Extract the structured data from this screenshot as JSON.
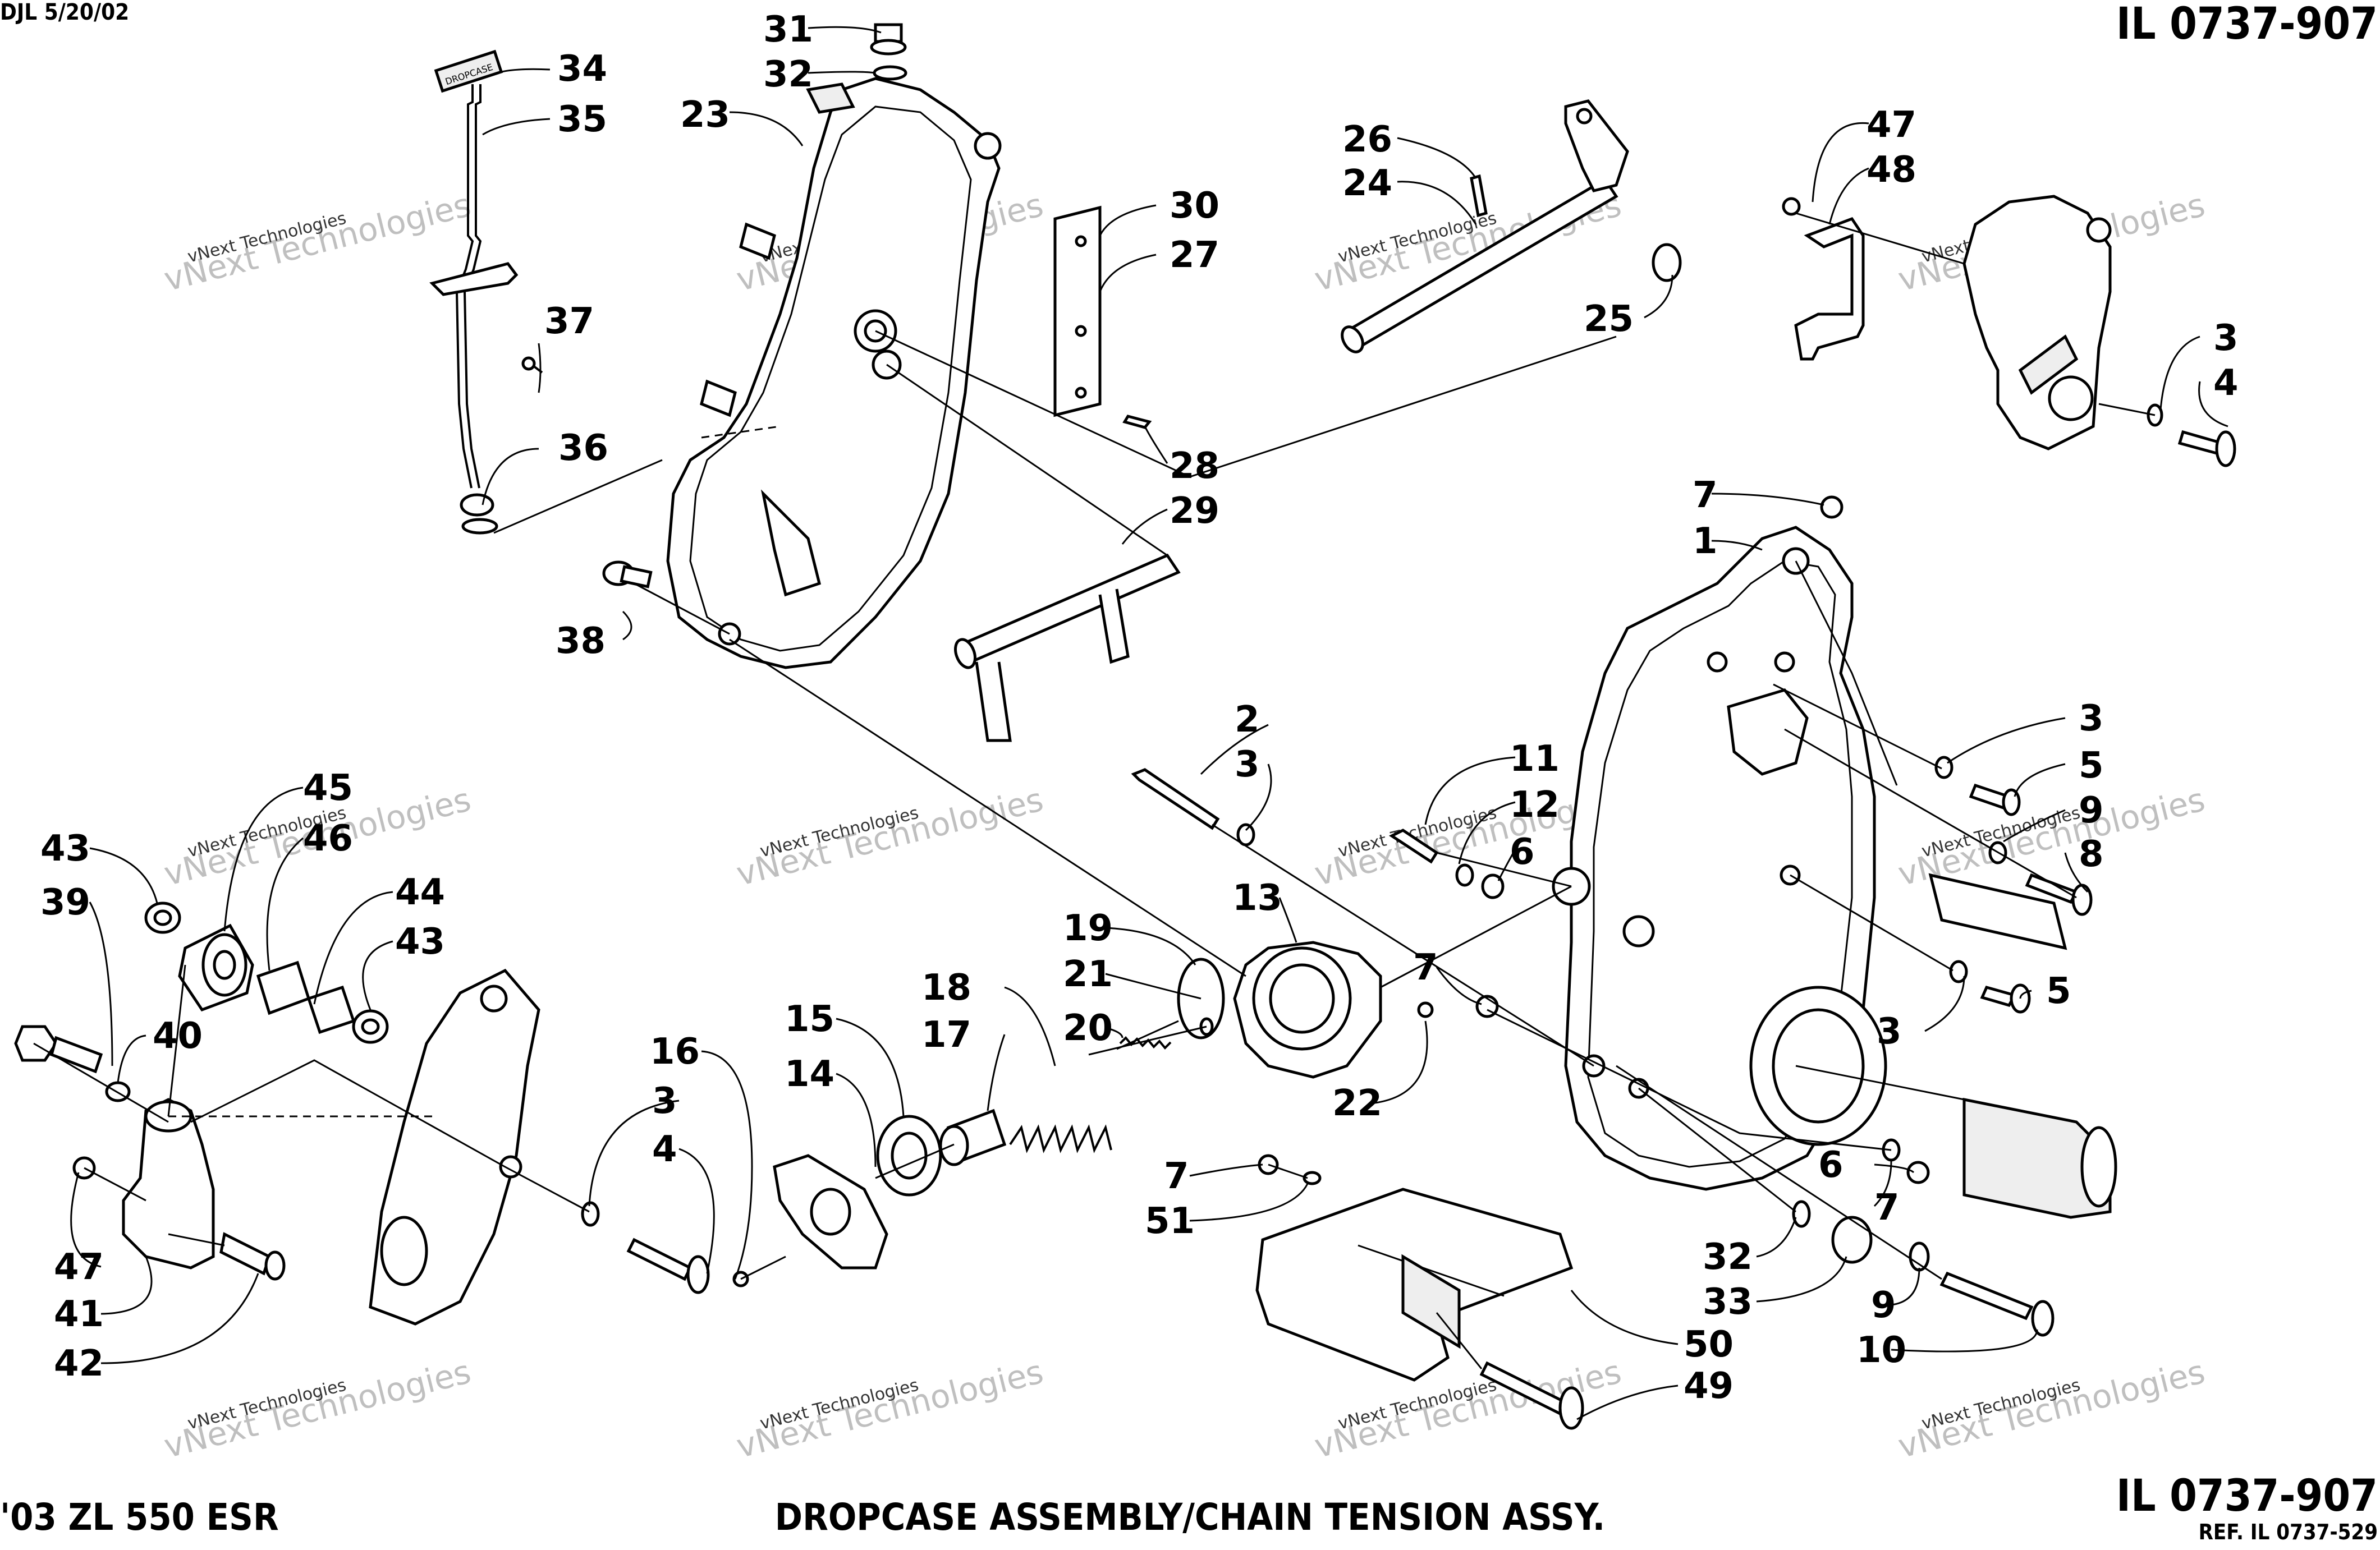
{
  "header": {
    "author_date": "DJL 5/20/02",
    "illustration_top": "IL 0737-907",
    "illustration_bottom": "IL 0737-907",
    "reference": "REF. IL 0737-529",
    "model": "'03 ZL 550 ESR",
    "title": "DROPCASE ASSEMBLY/CHAIN TENSION ASSY."
  },
  "watermark": {
    "text_small": "vNext Technologies",
    "text_large": "vNext Technologies"
  },
  "callouts": [
    "31",
    "32",
    "34",
    "35",
    "23",
    "37",
    "36",
    "38",
    "26",
    "24",
    "25",
    "30",
    "27",
    "28",
    "29",
    "47",
    "48",
    "3",
    "4",
    "7",
    "1",
    "3",
    "5",
    "9",
    "8",
    "2",
    "3",
    "11",
    "12",
    "6",
    "13",
    "5",
    "3",
    "7",
    "22",
    "19",
    "21",
    "20",
    "18",
    "17",
    "15",
    "14",
    "16",
    "3",
    "4",
    "45",
    "46",
    "43",
    "39",
    "44",
    "43",
    "40",
    "47",
    "41",
    "42",
    "7",
    "51",
    "6",
    "7",
    "32",
    "33",
    "9",
    "10",
    "50",
    "49"
  ],
  "part_glyphs": {
    "cap_text": "DROPCASE"
  }
}
